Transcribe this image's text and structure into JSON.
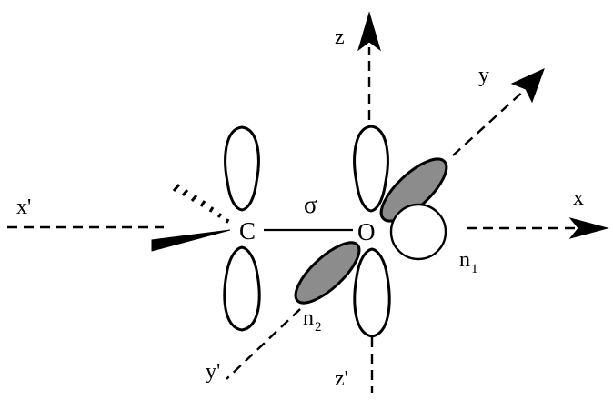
{
  "colors": {
    "line": "#000000",
    "background": "#ffffff",
    "lone_pair_fill": "#8c8c8c"
  },
  "labels": {
    "axis_z": "z",
    "axis_y": "y",
    "axis_x": "x",
    "axis_x_prime": "x'",
    "axis_y_prime": "y'",
    "axis_z_prime": "z'",
    "atom_carbon": "C",
    "atom_oxygen": "O",
    "sigma_bond": "σ",
    "n1_letter": "n",
    "n1_subscript": "1",
    "n2_letter": "n",
    "n2_subscript": "2"
  }
}
